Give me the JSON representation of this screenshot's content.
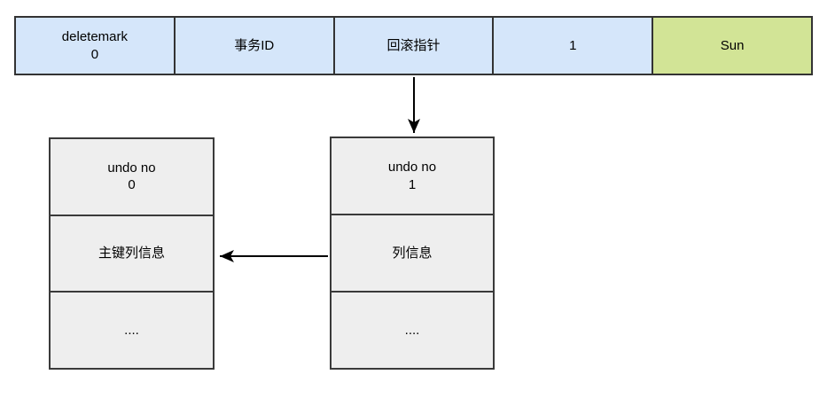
{
  "record_row": {
    "cells": [
      {
        "label": "deletemark\n0",
        "type": "blue"
      },
      {
        "label": "事务ID",
        "type": "blue"
      },
      {
        "label": "回滚指针",
        "type": "blue"
      },
      {
        "label": "1",
        "type": "blue"
      },
      {
        "label": "Sun",
        "type": "green"
      }
    ]
  },
  "undo_log_1": {
    "rows": [
      "undo no\n1",
      "列信息",
      "...."
    ]
  },
  "undo_log_0": {
    "rows": [
      "undo no\n0",
      "主键列信息",
      "...."
    ]
  },
  "colors": {
    "cell_blue": "#d5e6fa",
    "cell_green": "#d2e496",
    "box_gray": "#eeeeee",
    "border": "#333333",
    "box_border": "#3a3a3a",
    "arrow": "#000000"
  }
}
